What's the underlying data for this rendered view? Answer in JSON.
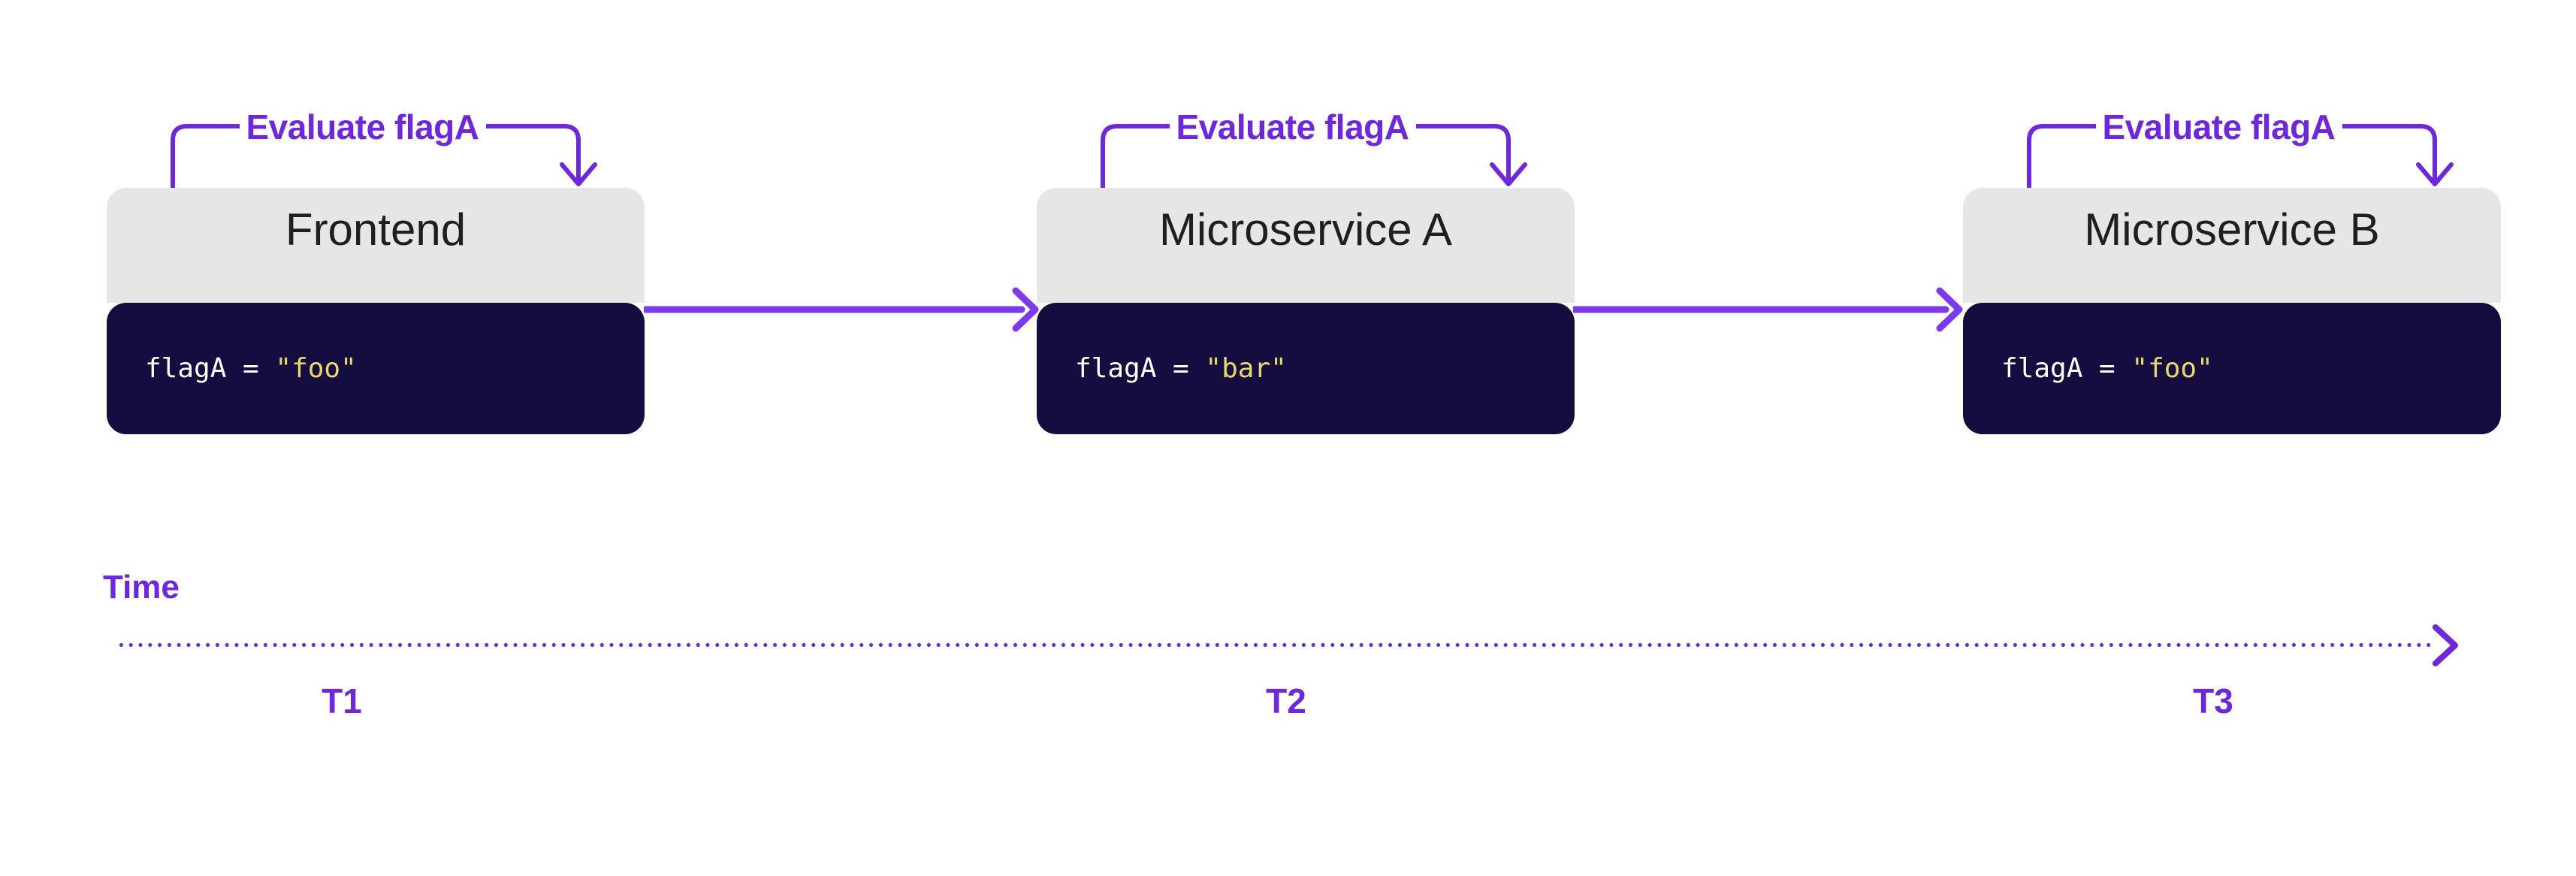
{
  "colors": {
    "accent_purple": "#6D28D9",
    "connector_purple": "#7C3AED",
    "code_block_navy": "#150D3F",
    "header_gray": "#E6E6E6",
    "title_text": "#1F1F1F",
    "code_text_white": "#FFFFFF",
    "code_string_yellow": "#E9D772"
  },
  "services": [
    {
      "eval_label": "Evaluate flagA",
      "name": "Frontend",
      "code": {
        "lhs": "flagA = ",
        "value": "\"foo\""
      }
    },
    {
      "eval_label": "Evaluate flagA",
      "name": "Microservice A",
      "code": {
        "lhs": "flagA = ",
        "value": "\"bar\""
      }
    },
    {
      "eval_label": "Evaluate flagA",
      "name": "Microservice B",
      "code": {
        "lhs": "flagA = ",
        "value": "\"foo\""
      }
    }
  ],
  "timeline": {
    "label": "Time",
    "ticks": [
      {
        "label": "T1"
      },
      {
        "label": "T2"
      },
      {
        "label": "T3"
      }
    ]
  }
}
